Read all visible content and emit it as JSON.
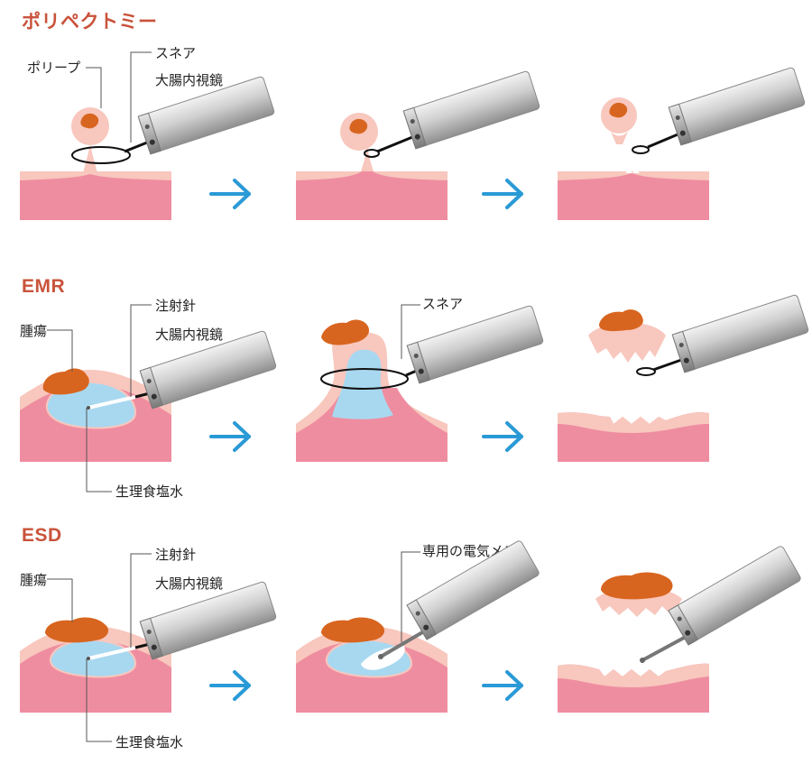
{
  "colors": {
    "title": "#c9533b",
    "tissue_deep": "#ef8da0",
    "tissue_surface": "#f8c7bd",
    "tumor": "#d8651f",
    "saline": "#a8d8f0",
    "arrow": "#2a9ad6",
    "scope_body": "#c9c9c9",
    "scope_ring": "#9e9e9e",
    "leader_line": "#555555"
  },
  "sections": [
    {
      "title": "ポリペクトミー",
      "labels": {
        "polyp": "ポリープ",
        "snare": "スネア",
        "endoscope": "大腸内視鏡"
      }
    },
    {
      "title": "EMR",
      "labels": {
        "tumor": "腫瘍",
        "needle": "注射針",
        "endoscope": "大腸内視鏡",
        "saline": "生理食塩水",
        "snare": "スネア"
      }
    },
    {
      "title": "ESD",
      "labels": {
        "tumor": "腫瘍",
        "needle": "注射針",
        "endoscope": "大腸内視鏡",
        "saline": "生理食塩水",
        "knife": "専用の電気メス"
      }
    }
  ]
}
